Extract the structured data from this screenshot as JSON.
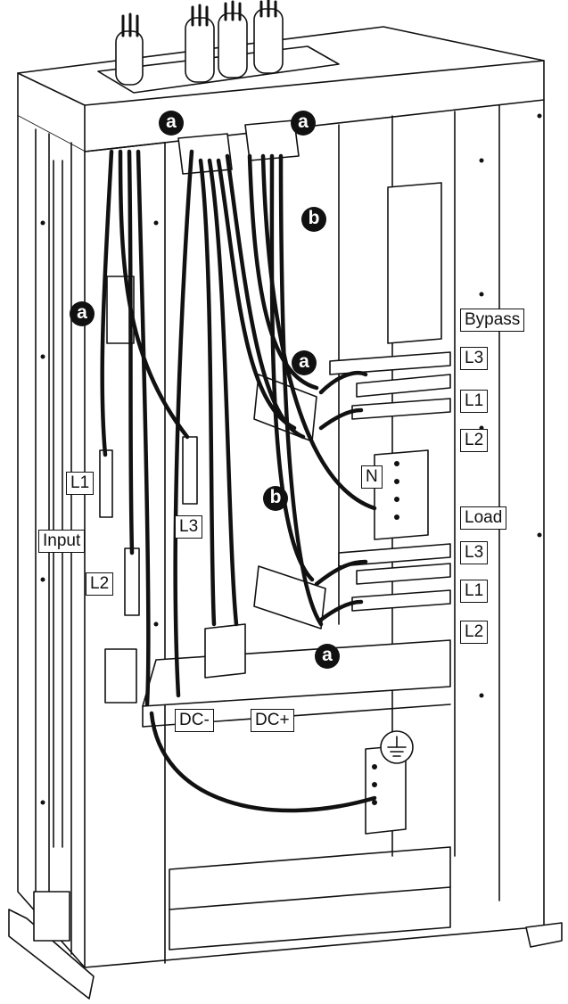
{
  "labels": {
    "bypass": "Bypass",
    "bypass_l3": "L3",
    "bypass_l1": "L1",
    "bypass_l2": "L2",
    "neutral": "N",
    "load": "Load",
    "load_l3": "L3",
    "load_l1": "L1",
    "load_l2": "L2",
    "input": "Input",
    "input_l1": "L1",
    "input_l2": "L2",
    "input_l3": "L3",
    "dc_minus": "DC-",
    "dc_plus": "DC+"
  },
  "callouts": {
    "a": "a",
    "b": "b"
  },
  "colors": {
    "line": "#111111",
    "background": "#ffffff",
    "callout_fill": "#111111",
    "callout_text": "#ffffff"
  }
}
